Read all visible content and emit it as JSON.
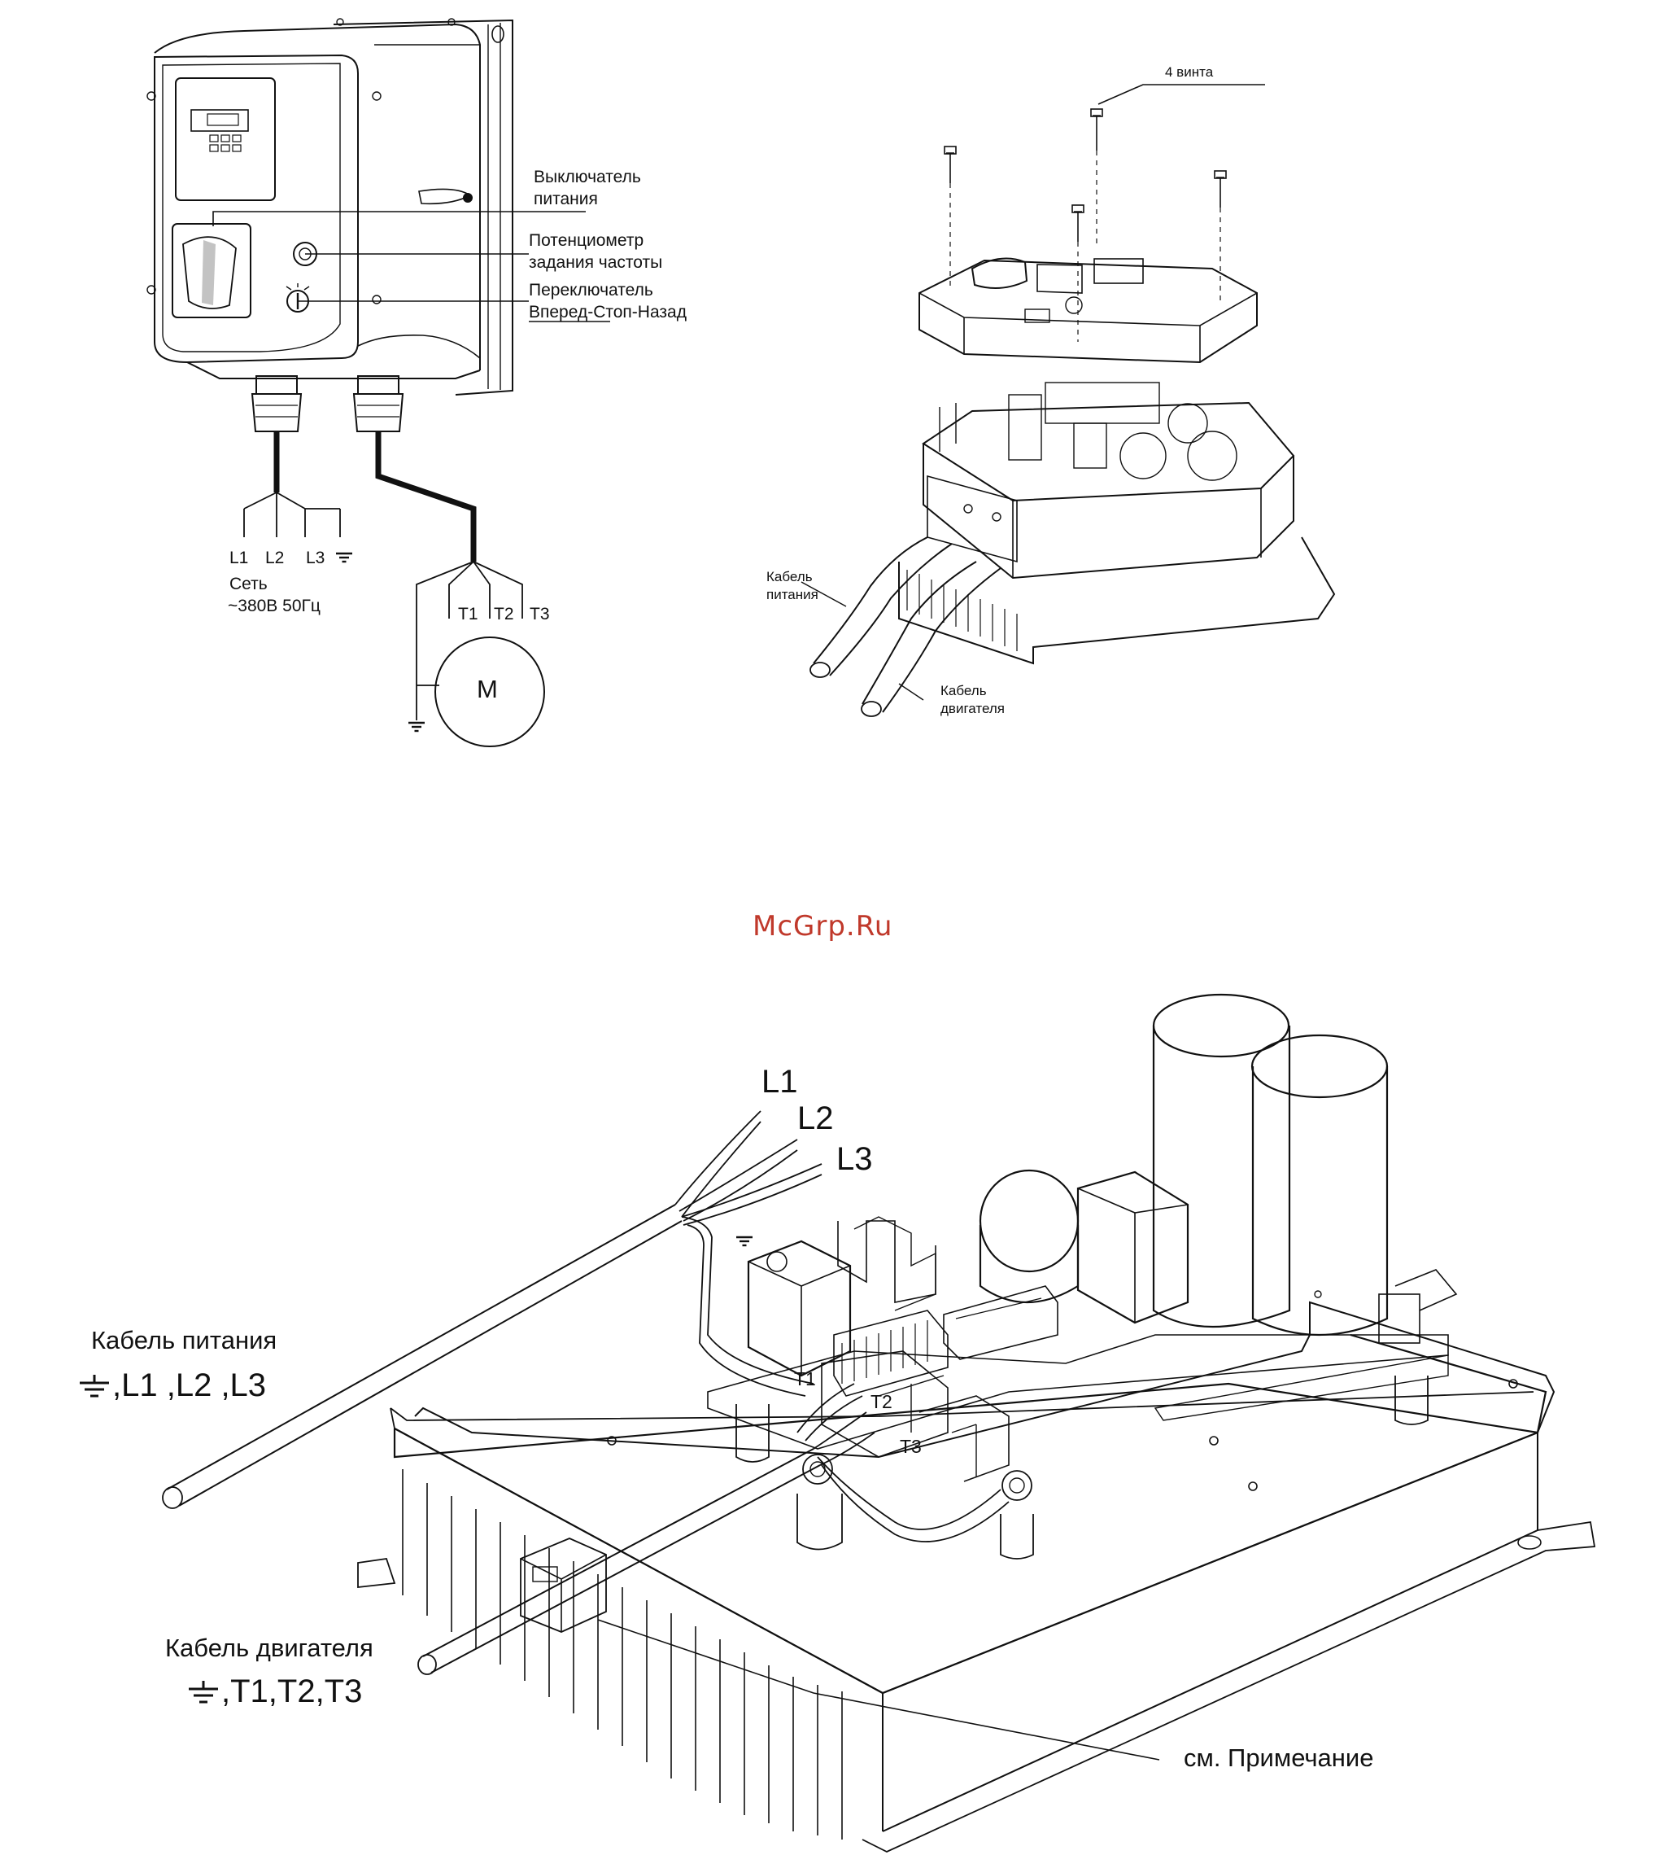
{
  "watermark": {
    "text": "McGrp.Ru",
    "color": "#c0392b"
  },
  "top_left_diagram": {
    "callouts": {
      "power_switch": [
        "Выключатель",
        "питания"
      ],
      "potentiometer": [
        "Потенциометр",
        "задания частоты"
      ],
      "direction_switch": [
        "Переключатель",
        "Вперед-Стоп-Назад"
      ]
    },
    "mains_terminals": [
      "L1",
      "L2",
      "L3"
    ],
    "mains_caption": [
      "Сеть",
      "~380В 50Гц"
    ],
    "motor_terminals": [
      "T1",
      "T2",
      "T3"
    ],
    "motor_symbol": "M",
    "icons": [
      "ground-icon",
      "motor-icon"
    ]
  },
  "top_right_diagram": {
    "screws_label": "4 винта",
    "power_cable_label": [
      "Кабель",
      "питания"
    ],
    "motor_cable_label": [
      "Кабель",
      "двигателя"
    ]
  },
  "bottom_diagram": {
    "wire_labels": [
      "L1",
      "L2",
      "L3"
    ],
    "terminal_labels": [
      "T1",
      "T2",
      "T3"
    ],
    "power_cable": {
      "title": "Кабель питания",
      "wires": ",L1 ,L2 ,L3"
    },
    "motor_cable": {
      "title": "Кабель двигателя",
      "wires": ",T1,T2,T3"
    },
    "note_label": "см. Примечание",
    "icons": [
      "ground-icon"
    ]
  }
}
